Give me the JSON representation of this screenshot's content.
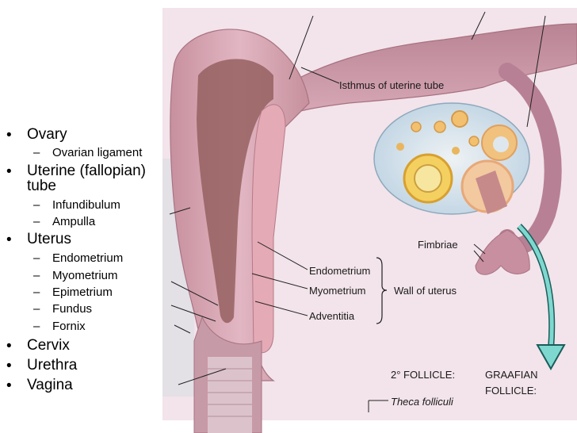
{
  "outline": [
    {
      "text": "Ovary",
      "children": [
        "Ovarian ligament"
      ]
    },
    {
      "text": "Uterine (fallopian) tube",
      "line1": "Uterine (fallopian)",
      "line2": "tube",
      "children": [
        "Infundibulum",
        "Ampulla"
      ]
    },
    {
      "text": "Uterus",
      "children": [
        "Endometrium",
        "Myometrium",
        "Epimetrium",
        "Fundus",
        "Fornix"
      ]
    },
    {
      "text": "Cervix",
      "children": []
    },
    {
      "text": "Urethra",
      "children": []
    },
    {
      "text": "Vagina",
      "children": []
    }
  ],
  "figure_labels": {
    "isthmus": "Isthmus of uterine tube",
    "fimbriae": "Fimbriae",
    "endometrium": "Endometrium",
    "myometrium": "Myometrium",
    "adventitia": "Adventitia",
    "wall_of_uterus": "Wall of uterus",
    "secondary_follicle": "2° FOLLICLE:",
    "graafian_follicle_1": "GRAAFIAN",
    "graafian_follicle_2": "FOLLICLE:",
    "theca_folliculi": "Theca folliculi"
  },
  "colors": {
    "tissue_pink": "#d9a8b8",
    "tissue_dark": "#b07888",
    "cavity": "#9a6a6e",
    "ovary": "#d6e4ee",
    "follicle_yellow": "#f0c850",
    "arrow_teal": "#7fd8d0"
  }
}
